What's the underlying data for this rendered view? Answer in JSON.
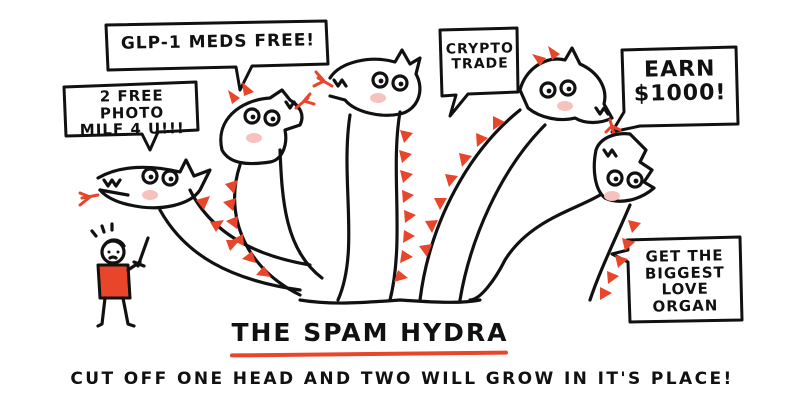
{
  "title": "THE SPAM HYDRA",
  "caption": "CUT OFF ONE HEAD AND TWO WILL GROW IN IT'S PLACE!",
  "bubbles": [
    {
      "text": "2 FREE PHOTO\nMILF 4 U!!!"
    },
    {
      "text": "GLP-1 MEDS FREE!"
    },
    {
      "text": "CRYPTO\nTRADE"
    },
    {
      "text": "EARN\n$1000!"
    },
    {
      "text": "GET THE\nBIGGEST\nLOVE ORGAN"
    }
  ],
  "colors": {
    "accent": "#e8452a",
    "blush": "#f6c2bd",
    "ink": "#111111"
  }
}
